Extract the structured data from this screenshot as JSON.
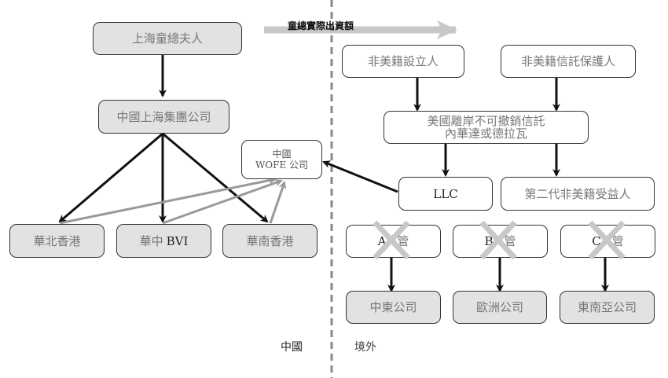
{
  "diagram": {
    "flow_label": "童總實際出資額",
    "regions": {
      "left": "中國",
      "right": "境外"
    },
    "nodes": {
      "mrs_tong": "上海童總夫人",
      "shanghai_group": "中國上海集團公司",
      "wofe": "中國\nWOFE 公司",
      "north_hk": "華北香港",
      "central_bvi_cn": "華中 ",
      "central_bvi_latin": "BVI",
      "south_hk": "華南香港",
      "settlor": "非美籍設立人",
      "protector": "非美籍信託保護人",
      "trust": "美國離岸不可撤銷信託\n內華達或德拉瓦",
      "llc": "LLC",
      "beneficiary": "第二代非美籍受益人",
      "a_mgr_letter": "A",
      "a_mgr_text": "管",
      "b_mgr_letter": "B",
      "b_mgr_text": "管",
      "c_mgr_letter": "C",
      "c_mgr_text": "管",
      "middle_east": "中東公司",
      "europe": "歐洲公司",
      "southeast_asia": "東南亞公司"
    },
    "colors": {
      "node_fill_grey": "#e2e2e2",
      "edge_black": "#111111",
      "edge_grey": "#999999",
      "cross_grey": "#c8c8c8",
      "divider": "#888888"
    }
  }
}
